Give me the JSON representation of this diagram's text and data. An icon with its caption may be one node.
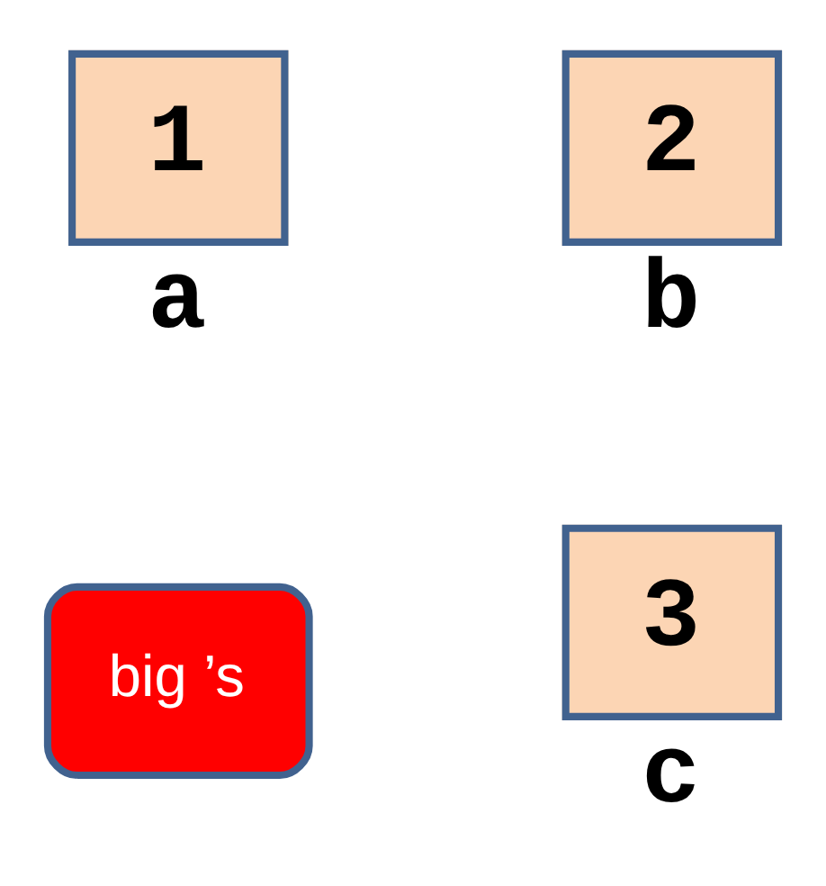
{
  "diagram": {
    "nodes": [
      {
        "text": [
          "1"
        ],
        "beside": [
          "a"
        ]
      },
      {
        "text": [
          "2"
        ],
        "beside": [
          "b"
        ]
      },
      {
        "text": [
          "big ’s"
        ]
      },
      {
        "text": [
          "3"
        ],
        "beside": [
          "c"
        ]
      }
    ]
  }
}
